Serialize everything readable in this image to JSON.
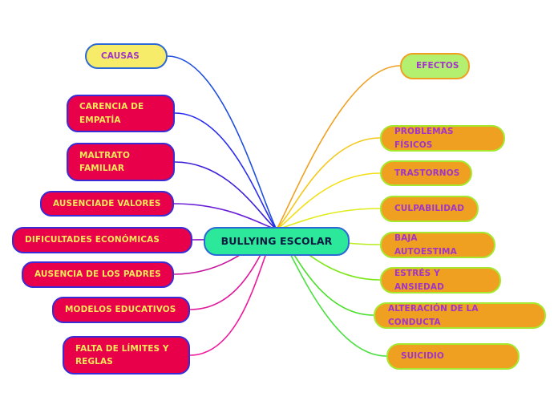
{
  "center": {
    "label": "BULLYING ESCOLAR"
  },
  "left_branch": {
    "header": "CAUSAS",
    "items": [
      "CARENCIA DE\nEMPATÍA",
      "MALTRATO\nFAMILIAR",
      "AUSENCIADE VALORES",
      "DIFICULTADES ECONÓMICAS",
      "AUSENCIA  DE LOS PADRES",
      "MODELOS EDUCATIVOS",
      "FALTA DE LÍMITES Y\nREGLAS"
    ]
  },
  "right_branch": {
    "header": "EFECTOS",
    "items": [
      "PROBLEMAS FÍSICOS",
      "TRASTORNOS",
      "CULPABILIDAD",
      "BAJA AUTOESTIMA",
      "ESTRÉS Y ANSIEDAD",
      "ALTERACIÓN DE LA CONDUCTA",
      "SUICIDIO"
    ]
  },
  "colors": {
    "left_links": [
      "#1f4fe0",
      "#2a2ef0",
      "#3c22d6",
      "#6a1fd8",
      "#8a18c8",
      "#c4169c",
      "#e0189a",
      "#f0169a"
    ],
    "right_links": [
      "#f0a020",
      "#f4c81a",
      "#f2e012",
      "#e0ec1a",
      "#b8ec1e",
      "#7ce81c",
      "#4ae02a",
      "#4ae040"
    ]
  }
}
